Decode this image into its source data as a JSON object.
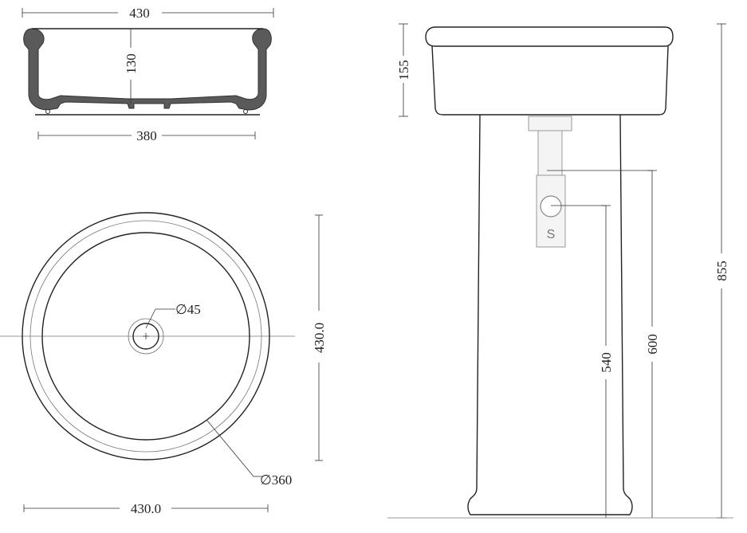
{
  "dimensions": {
    "top_width": "430",
    "top_depth": "130",
    "bottom_width": "380",
    "drain_diameter": "∅45",
    "plan_height": "430.0",
    "plan_width": "430.0",
    "inner_diameter": "∅360",
    "basin_height": "155",
    "total_height": "855",
    "trap_height": "600",
    "outlet_height": "540"
  },
  "labels": {
    "siphon_mark": "S"
  }
}
